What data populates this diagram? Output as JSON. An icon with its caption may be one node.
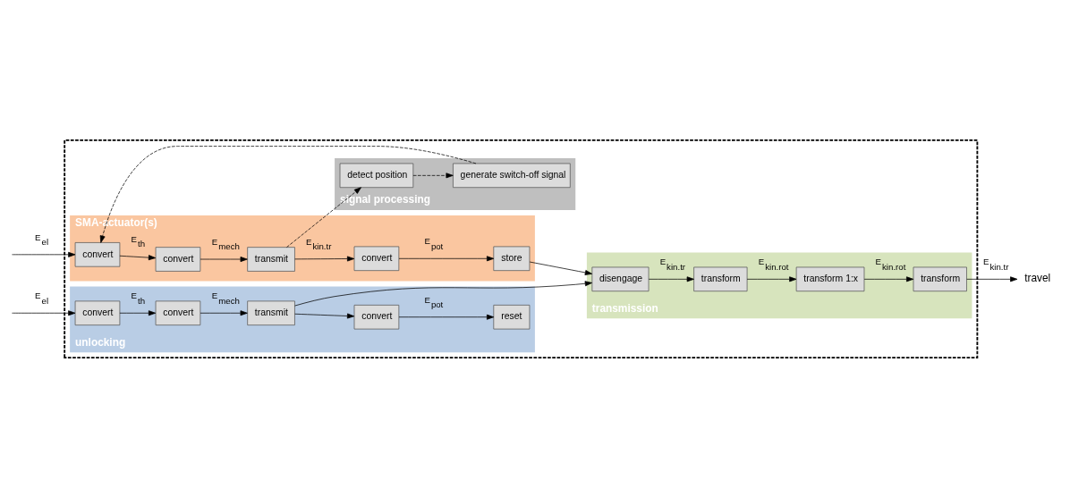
{
  "diagram": {
    "nodes": [
      {
        "text": [],
        "shape": "box"
      },
      {
        "text": [
          "SMA-actuator(s)"
        ],
        "in": 0
      },
      {
        "text": [
          "convert"
        ],
        "in": 1
      },
      {
        "text": [
          "convert"
        ],
        "in": 1
      },
      {
        "text": [
          "transmit"
        ],
        "in": 1
      },
      {
        "text": [
          "convert"
        ],
        "in": 1
      },
      {
        "text": [
          "store"
        ],
        "in": 1
      },
      {
        "text": [
          "signal processing"
        ],
        "in": 0
      },
      {
        "text": [
          "detect position"
        ],
        "in": 7
      },
      {
        "text": [
          "generate switch-off signal"
        ],
        "in": 7
      },
      {
        "text": [
          "transmission"
        ],
        "in": 0
      },
      {
        "text": [
          "disengage"
        ],
        "in": 10
      },
      {
        "text": [
          "transform"
        ],
        "in": 10
      },
      {
        "text": [
          "transform 1:x"
        ],
        "in": 10
      },
      {
        "text": [
          "transform"
        ],
        "in": 10
      },
      {
        "text": [
          "unlocking"
        ],
        "in": 0
      },
      {
        "text": [
          "convert"
        ],
        "in": 15
      },
      {
        "text": [
          "convert"
        ],
        "in": 15
      },
      {
        "text": [
          "transmit"
        ],
        "in": 15
      },
      {
        "text": [
          "convert"
        ],
        "in": 15
      },
      {
        "text": [
          "reset"
        ],
        "in": 15
      },
      {
        "text": [
          "travel"
        ]
      }
    ],
    "edges": [
      {
        "from": null,
        "to": 2,
        "arrow": "to",
        "label": "E$_{el}$"
      },
      {
        "from": 2,
        "to": 3,
        "arrow": "to",
        "label": "E$_{th}$"
      },
      {
        "from": 3,
        "to": 4,
        "arrow": "to",
        "label": "E$_{mech}$"
      },
      {
        "from": 4,
        "to": 5,
        "arrow": "to",
        "label": "E$_{kin.tr}$"
      },
      {
        "from": 5,
        "to": 6,
        "arrow": "to",
        "label": "E$_{pot}$"
      },
      {
        "from": 6,
        "to": 11,
        "arrow": "to"
      },
      {
        "from": 4,
        "to": 8,
        "arrow": "to",
        "style": "dashed"
      },
      {
        "from": 8,
        "to": 9,
        "arrow": "to",
        "style": "dashed"
      },
      {
        "from": 9,
        "to": 2,
        "arrow": "to",
        "style": "dashed"
      },
      {
        "from": 11,
        "to": 12,
        "arrow": "to",
        "label": "E$_{kin.tr}$"
      },
      {
        "from": 12,
        "to": 13,
        "arrow": "to",
        "label": "E$_{kin.rot}$"
      },
      {
        "from": 13,
        "to": 14,
        "arrow": "to",
        "label": "E$_{kin.rot}$"
      },
      {
        "from": 14,
        "to": 21,
        "arrow": "to",
        "label": "E$_{kin.tr}$"
      },
      {
        "from": null,
        "to": 16,
        "arrow": "to",
        "label": "E$_{el}$"
      },
      {
        "from": 16,
        "to": 17,
        "arrow": "to",
        "label": "E$_{th}$"
      },
      {
        "from": 17,
        "to": 18,
        "arrow": "to",
        "label": "E$_{mech}$"
      },
      {
        "from": 18,
        "to": 11,
        "arrow": "to"
      },
      {
        "from": 18,
        "to": 19,
        "arrow": "to"
      },
      {
        "from": 19,
        "to": 20,
        "arrow": "to",
        "label": "E$_{pot}$"
      }
    ]
  }
}
